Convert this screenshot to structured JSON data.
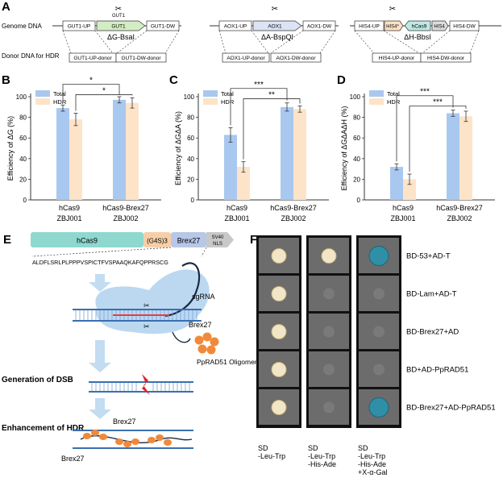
{
  "panels": {
    "A": "A",
    "B": "B",
    "C": "C",
    "D": "D",
    "E": "E",
    "F": "F"
  },
  "panel_a": {
    "genome_label": "Genome DNA",
    "donor_label": "Donor DNA for HDR",
    "loci": [
      {
        "up": "GUT1-UP",
        "gene": "GUT1",
        "gene_top": "GUT1",
        "dw": "GUT1-DW",
        "deletion": "ΔG-BsaI",
        "up_donor": "GUT1-UP-donor",
        "dw_donor": "GUT1-DW-donor"
      },
      {
        "up": "AOX1-UP",
        "gene": "AOX1",
        "dw": "AOX1-DW",
        "deletion": "ΔA-BspQI",
        "up_donor": "AOX1-UP-donor",
        "dw_donor": "AOX1-DW-donor"
      },
      {
        "up": "HIS4-UP",
        "gene": "HIS4*",
        "cas9": "hCas9",
        "his4b": "HIS4",
        "dw": "HIS4-DW",
        "deletion": "ΔH-BbsI",
        "up_donor": "HIS4-UP-donor",
        "dw_donor": "HIS4-DW-donor"
      }
    ]
  },
  "colors": {
    "total": "#a9c8ef",
    "hdr": "#fde4c8",
    "pink_dot": "#f8c4c4",
    "cas9": "#8ed8cf",
    "linker": "#f6cfa8",
    "brex": "#b7c7e8",
    "nls": "#c8c8c8",
    "blob": "#bcd8f1",
    "oligomer": "#f08a3a",
    "sgRNA": "#1a2a44",
    "dna": "#3a6fb0",
    "dsb": "#e02020",
    "plate_bg": "#6c6c6c",
    "colony": "#f2e6c8",
    "blue_colony": "#2f8fa6"
  },
  "chart_data": [
    {
      "type": "bar",
      "panel": "B",
      "ylabel": "Efficiency of ΔG (%)",
      "ylim": [
        0,
        100
      ],
      "yticks": [
        "0",
        "20",
        "40",
        "60",
        "80",
        "100"
      ],
      "legend": [
        "Total",
        "HDR"
      ],
      "categories": [
        "hCas9",
        "hCas9-Brex27"
      ],
      "category_sub": [
        "ZBJ001",
        "ZBJ002"
      ],
      "series": [
        {
          "name": "Total",
          "values": [
            89,
            97
          ],
          "errors": [
            3,
            3
          ]
        },
        {
          "name": "HDR",
          "values": [
            78,
            94
          ],
          "errors": [
            6,
            5
          ]
        }
      ],
      "sig": [
        "*",
        "*"
      ]
    },
    {
      "type": "bar",
      "panel": "C",
      "ylabel": "Efficiency of ΔGΔA (%)",
      "ylim": [
        0,
        100
      ],
      "yticks": [
        "0",
        "20",
        "40",
        "60",
        "80",
        "100"
      ],
      "legend": [
        "Total",
        "HDR"
      ],
      "categories": [
        "hCas9",
        "hCas9-Brex27"
      ],
      "category_sub": [
        "ZBJ001",
        "ZBJ002"
      ],
      "series": [
        {
          "name": "Total",
          "values": [
            63,
            90
          ],
          "errors": [
            7,
            4
          ]
        },
        {
          "name": "HDR",
          "values": [
            32,
            88
          ],
          "errors": [
            5,
            3
          ]
        }
      ],
      "sig": [
        "***",
        "**"
      ]
    },
    {
      "type": "bar",
      "panel": "D",
      "ylabel": "Efficiency of ΔGΔAΔH (%)",
      "ylim": [
        0,
        100
      ],
      "yticks": [
        "0",
        "20",
        "40",
        "60",
        "80",
        "100"
      ],
      "legend": [
        "Total",
        "HDR"
      ],
      "categories": [
        "hCas9",
        "hCas9-Brex27"
      ],
      "category_sub": [
        "ZBJ001",
        "ZBJ002"
      ],
      "series": [
        {
          "name": "Total",
          "values": [
            32,
            84
          ],
          "errors": [
            3,
            3
          ]
        },
        {
          "name": "HDR",
          "values": [
            20,
            81
          ],
          "errors": [
            5,
            5
          ]
        }
      ],
      "sig": [
        "***",
        "***"
      ]
    }
  ],
  "panel_e": {
    "cas9": "hCas9",
    "linker": "(G4S)3",
    "brex": "Brex27",
    "nls_top": "SV40",
    "nls_bot": "NLS",
    "sequence": "ALDFLSRLPLPPPVSPICTFVSPAAQKAFQPPRSCG",
    "sgrna": "sgRNA",
    "brex_label": "Brex27",
    "oligomer": "PpRAD51 Oligomer",
    "dsb_title": "Generation of DSB",
    "hdr_title": "Enhancement of HDR",
    "brex_top": "Brex27",
    "brex_bottom": "Brex27"
  },
  "panel_f": {
    "rows": [
      "BD-53+AD-T",
      "BD-Lam+AD-T",
      "BD-Brex27+AD",
      "BD+AD-PpRAD51",
      "BD-Brex27+AD-PpRAD51"
    ],
    "plate1": [
      "SD",
      "-Leu-Trp"
    ],
    "plate2": [
      "SD",
      "-Leu-Trp",
      "-His-Ade"
    ],
    "plate3": [
      "SD",
      "-Leu-Trp",
      "-His-Ade",
      "+X-α-Gal"
    ],
    "growth": {
      "p1": [
        1,
        1,
        1,
        1,
        1
      ],
      "p2": [
        1,
        0,
        0,
        0,
        0
      ],
      "p3": [
        2,
        0,
        0,
        0,
        2
      ]
    }
  }
}
